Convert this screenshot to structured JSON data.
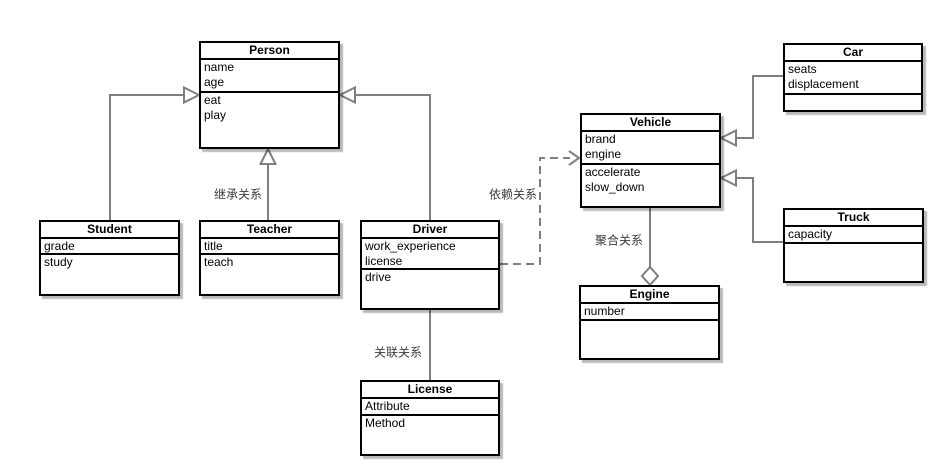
{
  "diagram": {
    "type": "uml-class-diagram",
    "classes": {
      "person": {
        "title": "Person",
        "attributes": [
          "name",
          "age"
        ],
        "methods": [
          "eat",
          "play"
        ]
      },
      "student": {
        "title": "Student",
        "attributes": [
          "grade"
        ],
        "methods": [
          "study"
        ]
      },
      "teacher": {
        "title": "Teacher",
        "attributes": [
          "title"
        ],
        "methods": [
          "teach"
        ]
      },
      "driver": {
        "title": "Driver",
        "attributes": [
          "work_experience",
          "license"
        ],
        "methods": [
          "drive"
        ]
      },
      "license": {
        "title": "License",
        "attributes": [
          "Attribute"
        ],
        "methods": [
          "Method"
        ]
      },
      "vehicle": {
        "title": "Vehicle",
        "attributes": [
          "brand",
          "engine"
        ],
        "methods": [
          "accelerate",
          "slow_down"
        ]
      },
      "engine": {
        "title": "Engine",
        "attributes": [
          "number"
        ],
        "methods": []
      },
      "car": {
        "title": "Car",
        "attributes": [
          "seats",
          "displacement"
        ],
        "methods": []
      },
      "truck": {
        "title": "Truck",
        "attributes": [
          "capacity"
        ],
        "methods": []
      }
    },
    "relationship_labels": {
      "inheritance": "继承关系",
      "dependency": "依赖关系",
      "association": "关联关系",
      "aggregation": "聚合关系"
    },
    "relationships": [
      {
        "from": "Student",
        "to": "Person",
        "kind": "generalization"
      },
      {
        "from": "Teacher",
        "to": "Person",
        "kind": "generalization"
      },
      {
        "from": "Driver",
        "to": "Person",
        "kind": "generalization"
      },
      {
        "from": "Driver",
        "to": "Vehicle",
        "kind": "dependency"
      },
      {
        "from": "Driver",
        "to": "License",
        "kind": "association"
      },
      {
        "from": "Vehicle",
        "to": "Engine",
        "kind": "aggregation"
      },
      {
        "from": "Car",
        "to": "Vehicle",
        "kind": "generalization"
      },
      {
        "from": "Truck",
        "to": "Vehicle",
        "kind": "generalization"
      }
    ],
    "colors": {
      "box_border": "#000000",
      "box_fill": "#ffffff",
      "connector": "#7f7f7f",
      "background": "#ffffff",
      "shadow": "#b3b3b3"
    }
  }
}
